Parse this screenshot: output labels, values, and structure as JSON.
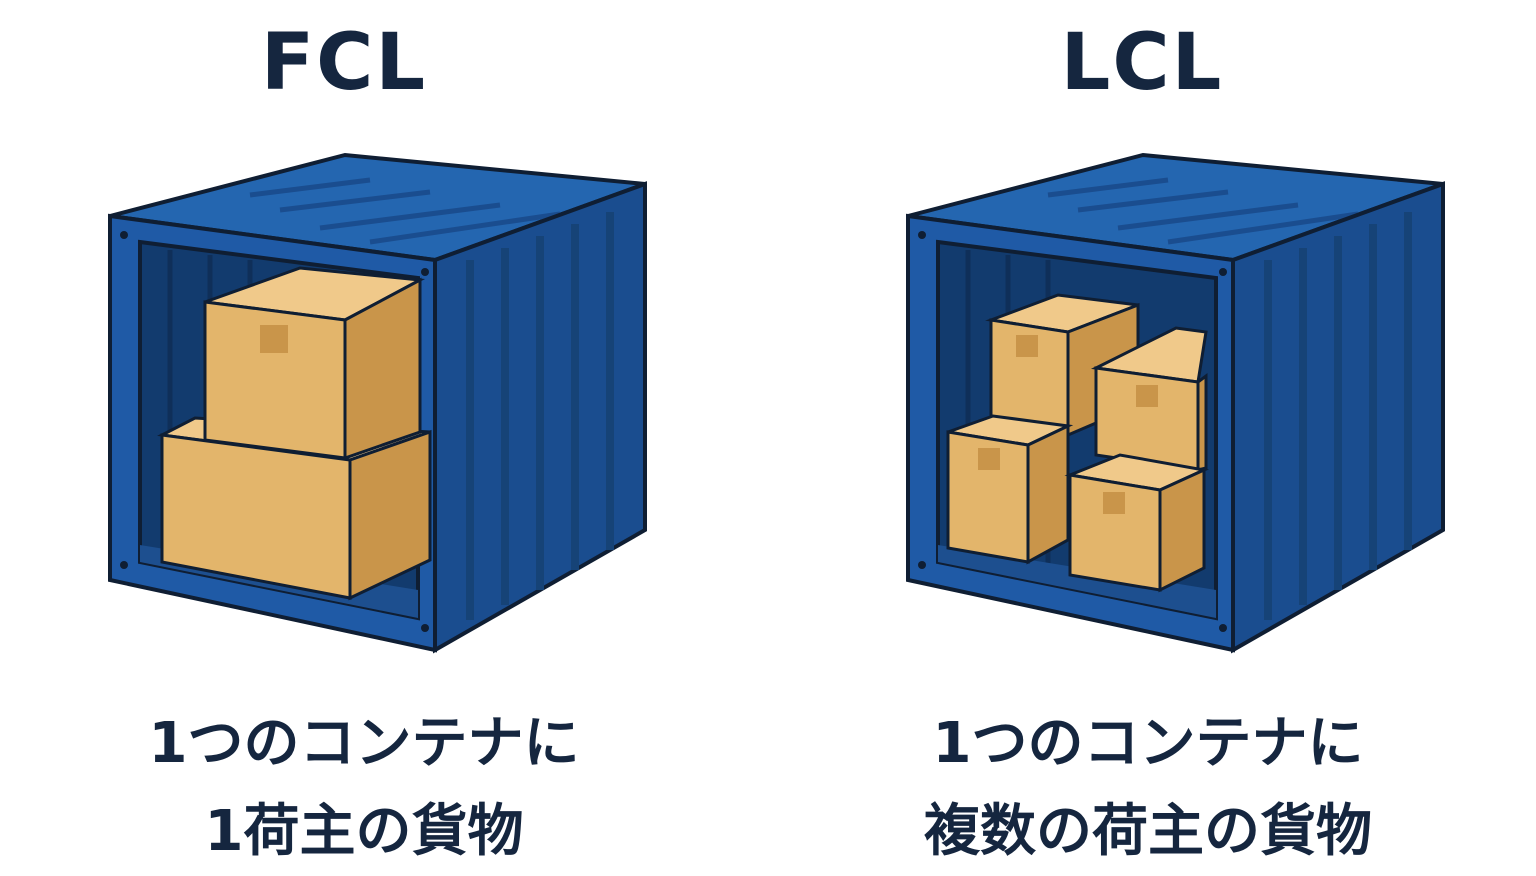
{
  "fcl": {
    "title": "FCL",
    "caption_line1": "1つのコンテナに",
    "caption_line2": "1荷主の貨物"
  },
  "lcl": {
    "title": "LCL",
    "caption_line1": "1つのコンテナに",
    "caption_line2": "複数の荷主の貨物"
  },
  "colors": {
    "container_front": "#1f5aa6",
    "container_side": "#1a4d8f",
    "container_top": "#2466b0",
    "container_inside": "#123b6e",
    "box": "#e3b56b",
    "box_shade": "#c9954a",
    "text": "#15263f"
  }
}
